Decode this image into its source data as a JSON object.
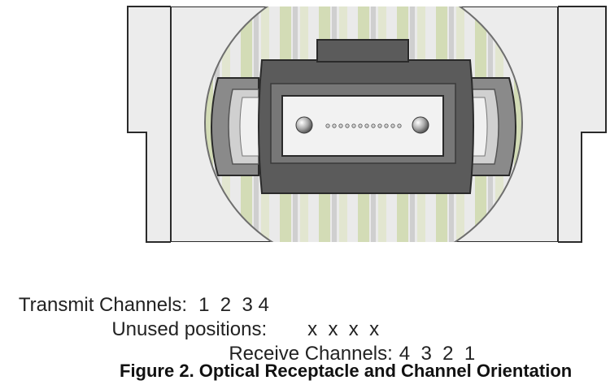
{
  "legend": {
    "transmit_label": "Transmit Channels:",
    "transmit_values": "1  2  3 4",
    "unused_label": "Unused positions:",
    "unused_values": "x  x  x  x",
    "receive_label": "Receive Channels:",
    "receive_values": "4  3  2  1"
  },
  "caption": "Figure 2. Optical Receptacle and Channel Orientation",
  "colors": {
    "housing_fill": "#e9e9e9",
    "outline": "#2a2a2a",
    "connector_dark": "#5b5b5b",
    "connector_frame": "#767676",
    "ferrule_face": "#f2f2f2",
    "stripe_green": "#d3dcb6",
    "stripe_gray": "#c8c8c8"
  },
  "icons": {
    "guide_pin_left": "guide-pin-icon",
    "guide_pin_right": "guide-pin-icon",
    "fiber_array": "fiber-array-icon"
  }
}
